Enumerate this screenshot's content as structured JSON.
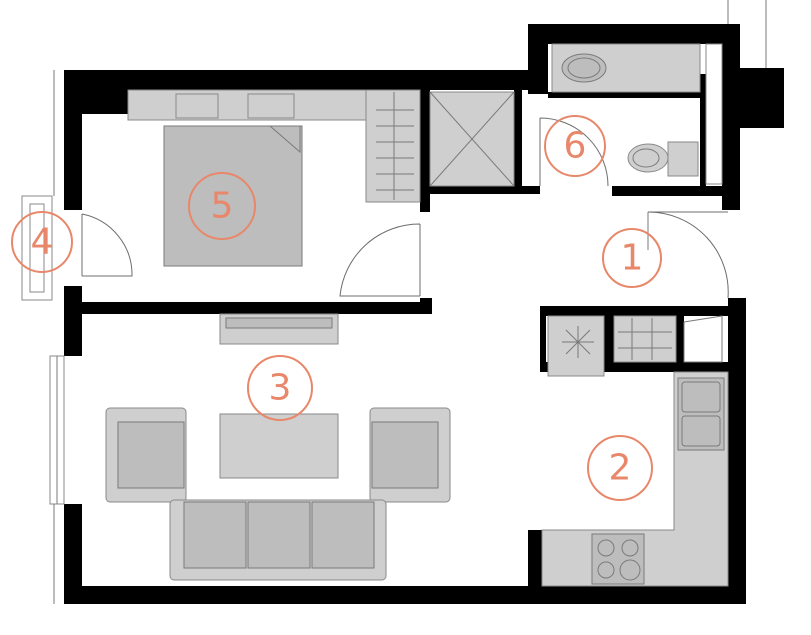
{
  "accent_color": "#e8876a",
  "room_labels": [
    {
      "id": "hall",
      "label": "1"
    },
    {
      "id": "kitchen",
      "label": "2"
    },
    {
      "id": "living-room",
      "label": "3"
    },
    {
      "id": "balcony",
      "label": "4"
    },
    {
      "id": "bedroom",
      "label": "5"
    },
    {
      "id": "bathroom",
      "label": "6"
    }
  ]
}
